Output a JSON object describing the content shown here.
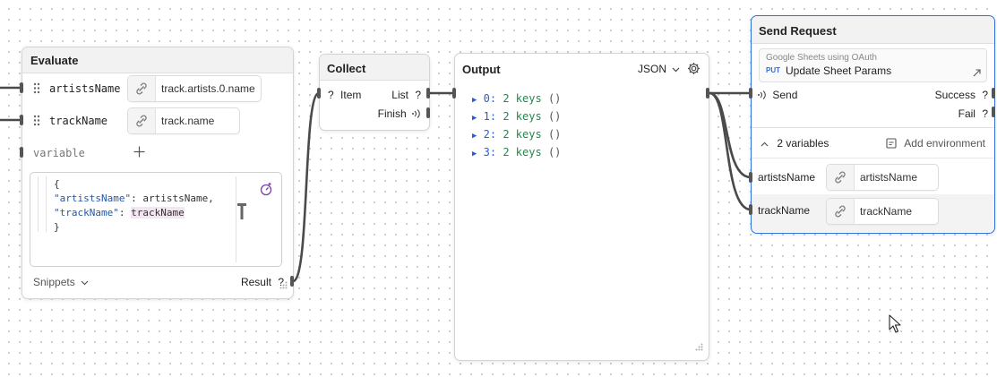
{
  "evaluate": {
    "title": "Evaluate",
    "inputs": [
      {
        "name": "artistsName",
        "value": "track.artists.0.name"
      },
      {
        "name": "trackName",
        "value": "track.name"
      }
    ],
    "variable_placeholder": "variable",
    "code_lines": [
      "{",
      "\"artistsName\"",
      ": artistsName,",
      "\"trackName\"",
      ": ",
      "trackName",
      "}"
    ],
    "snippets_label": "Snippets",
    "result_label": "Result",
    "result_q": "?"
  },
  "collect": {
    "title": "Collect",
    "item_label": "Item",
    "item_q": "?",
    "list_label": "List",
    "list_q": "?",
    "finish_label": "Finish"
  },
  "output": {
    "title": "Output",
    "format": "JSON",
    "items": [
      {
        "index": "0:",
        "summary": "2 keys",
        "paren": "()"
      },
      {
        "index": "1:",
        "summary": "2 keys",
        "paren": "()"
      },
      {
        "index": "2:",
        "summary": "2 keys",
        "paren": "()"
      },
      {
        "index": "3:",
        "summary": "2 keys",
        "paren": "()"
      }
    ]
  },
  "send_request": {
    "title": "Send Request",
    "subtitle": "Google Sheets using OAuth",
    "method": "PUT",
    "endpoint": "Update Sheet Params",
    "send_label": "Send",
    "success_label": "Success",
    "success_q": "?",
    "fail_label": "Fail",
    "fail_q": "?",
    "variables_toggle": "2 variables",
    "add_env": "Add environment",
    "variables": [
      {
        "name": "artistsName",
        "value": "artistsName"
      },
      {
        "name": "trackName",
        "value": "trackName"
      }
    ],
    "accent": "#2f6fd6"
  }
}
